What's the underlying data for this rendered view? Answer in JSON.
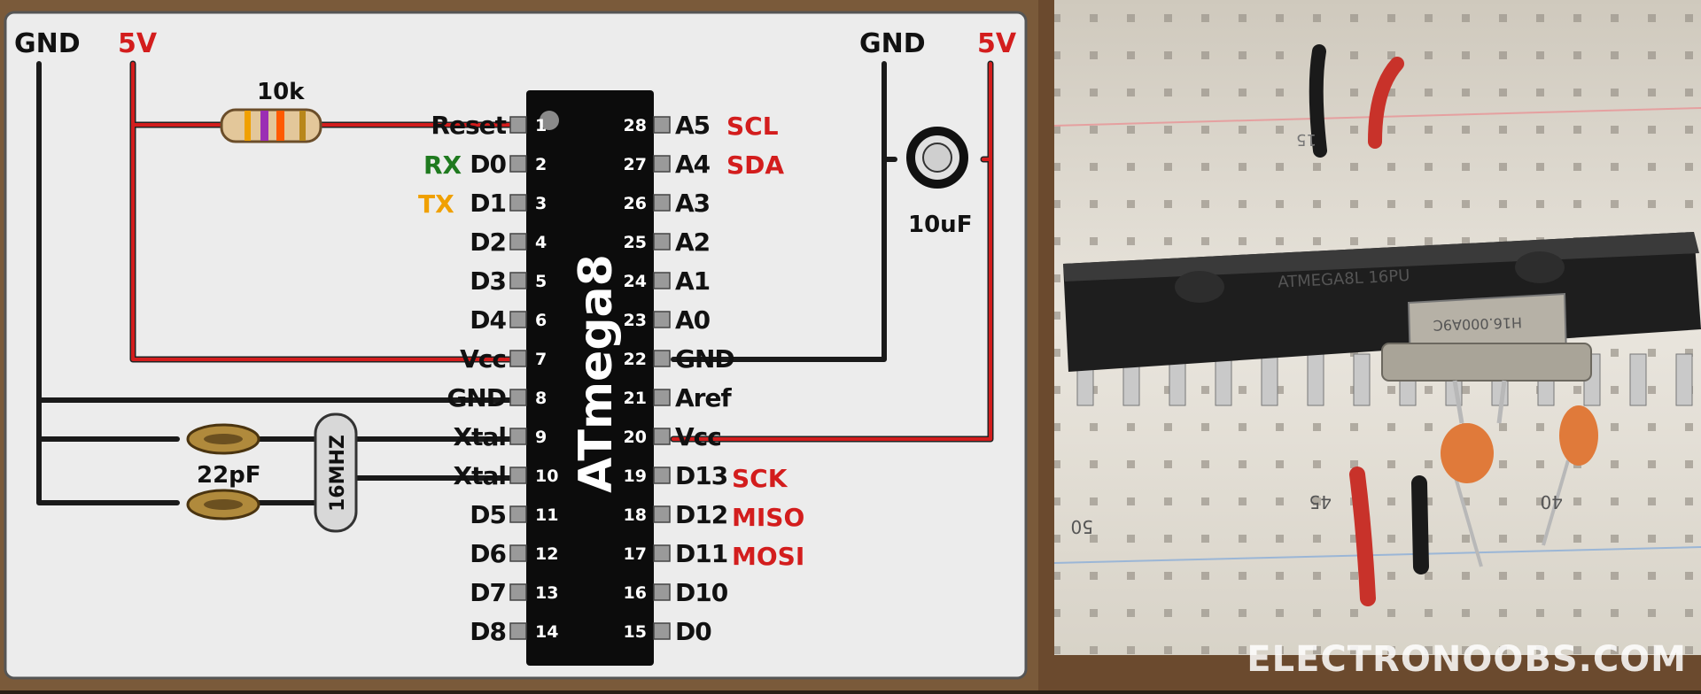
{
  "rails": {
    "gnd": "GND",
    "v5": "5V"
  },
  "components": {
    "resistor": "10k",
    "capacitor_large": "10uF",
    "capacitor_small": "22pF",
    "crystal": "16MHZ"
  },
  "chip": {
    "name": "ATmega8",
    "left_pins": [
      {
        "num": "1",
        "label": "Reset"
      },
      {
        "num": "2",
        "label": "D0"
      },
      {
        "num": "3",
        "label": "D1"
      },
      {
        "num": "4",
        "label": "D2"
      },
      {
        "num": "5",
        "label": "D3"
      },
      {
        "num": "6",
        "label": "D4"
      },
      {
        "num": "7",
        "label": "Vcc"
      },
      {
        "num": "8",
        "label": "GND"
      },
      {
        "num": "9",
        "label": "Xtal"
      },
      {
        "num": "10",
        "label": "Xtal"
      },
      {
        "num": "11",
        "label": "D5"
      },
      {
        "num": "12",
        "label": "D6"
      },
      {
        "num": "13",
        "label": "D7"
      },
      {
        "num": "14",
        "label": "D8"
      }
    ],
    "right_pins": [
      {
        "num": "28",
        "label": "A5"
      },
      {
        "num": "27",
        "label": "A4"
      },
      {
        "num": "26",
        "label": "A3"
      },
      {
        "num": "25",
        "label": "A2"
      },
      {
        "num": "24",
        "label": "A1"
      },
      {
        "num": "23",
        "label": "A0"
      },
      {
        "num": "22",
        "label": "GND"
      },
      {
        "num": "21",
        "label": "Aref"
      },
      {
        "num": "20",
        "label": "Vcc"
      },
      {
        "num": "19",
        "label": "D13"
      },
      {
        "num": "18",
        "label": "D12"
      },
      {
        "num": "17",
        "label": "D11"
      },
      {
        "num": "16",
        "label": "D10"
      },
      {
        "num": "15",
        "label": "D0"
      }
    ]
  },
  "signals": {
    "rx": "RX",
    "tx": "TX",
    "scl": "SCL",
    "sda": "SDA",
    "sck": "SCK",
    "miso": "MISO",
    "mosi": "MOSI"
  },
  "photo": {
    "watermark": "ELECTRONOOBS.COM",
    "breadboard_num_45": "45",
    "breadboard_num_40": "40",
    "breadboard_num_50": "50",
    "breadboard_num_15": "15",
    "crystal_marking": "H16.000A9C",
    "chip_marking": "ATMEGA8L 16PU"
  }
}
